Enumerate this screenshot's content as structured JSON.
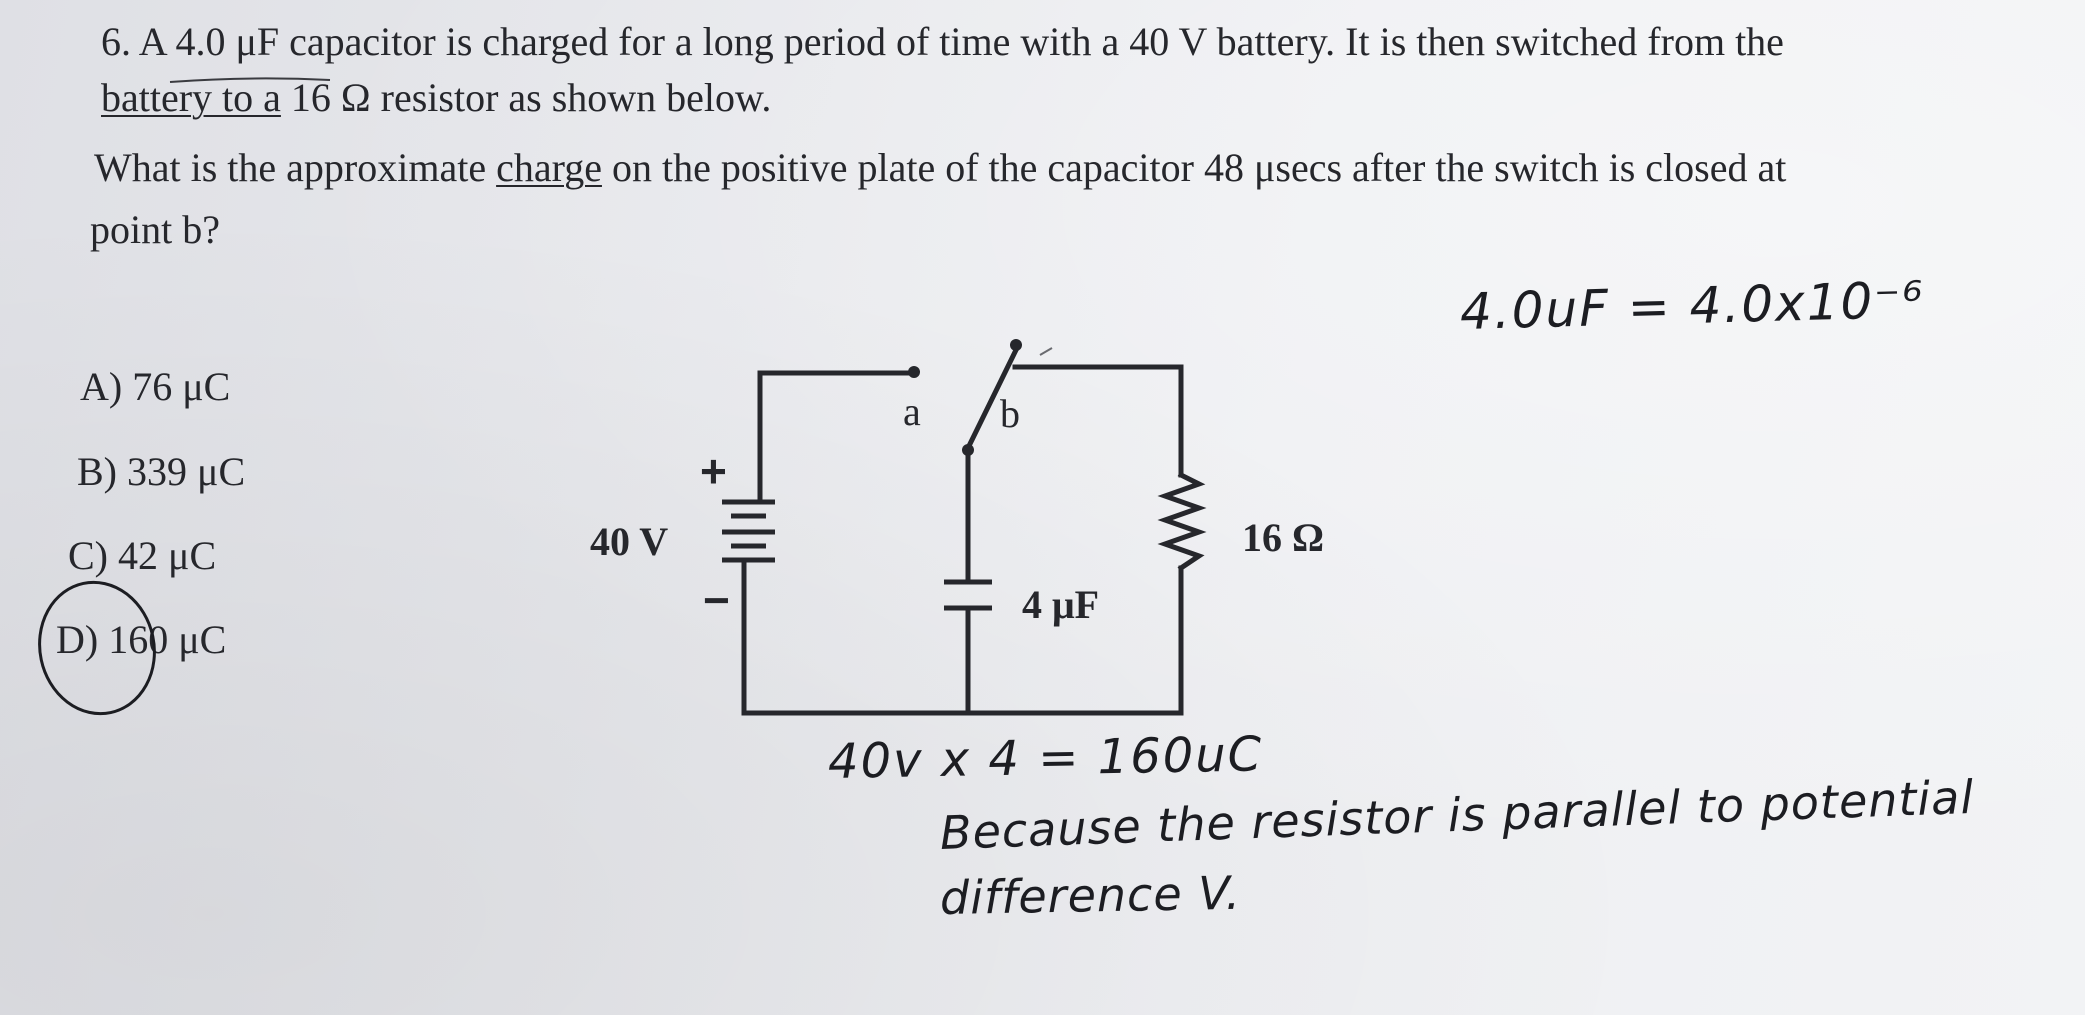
{
  "question": {
    "line1": "6. A 4.0 μF capacitor is charged for a long period of time with a 40 V battery.  It is then switched from the",
    "line2_underlined": "battery to a",
    "line2_rest": " 16 Ω resistor as shown below.",
    "line3_before": "What is the approximate ",
    "line3_underlined": "charge",
    "line3_after": " on the positive plate of the capacitor 48 μsecs after the switch is closed at",
    "line4": "point b?"
  },
  "choices": [
    {
      "label": "A) 76 μC"
    },
    {
      "label": "B) 339 μC"
    },
    {
      "label": "C) 42 μC"
    },
    {
      "label": "D) 160 μC",
      "circled": true
    }
  ],
  "circuit": {
    "switch_a": "a",
    "switch_b": "b",
    "battery_plus": "+",
    "battery_minus": "−",
    "battery_voltage": "40 V",
    "capacitor": "4 μF",
    "resistor": "16 Ω"
  },
  "handwriting": {
    "conversion": "4.0uF = 4.0x10⁻⁶",
    "calculation": "40v x 4 = 160uC",
    "note_line1": "Because the resistor is parallel to potential",
    "note_line2": "difference V."
  },
  "colors": {
    "ink": "#26272c",
    "paper": "#e9eaee",
    "circle_mark": "#1c1d22"
  }
}
